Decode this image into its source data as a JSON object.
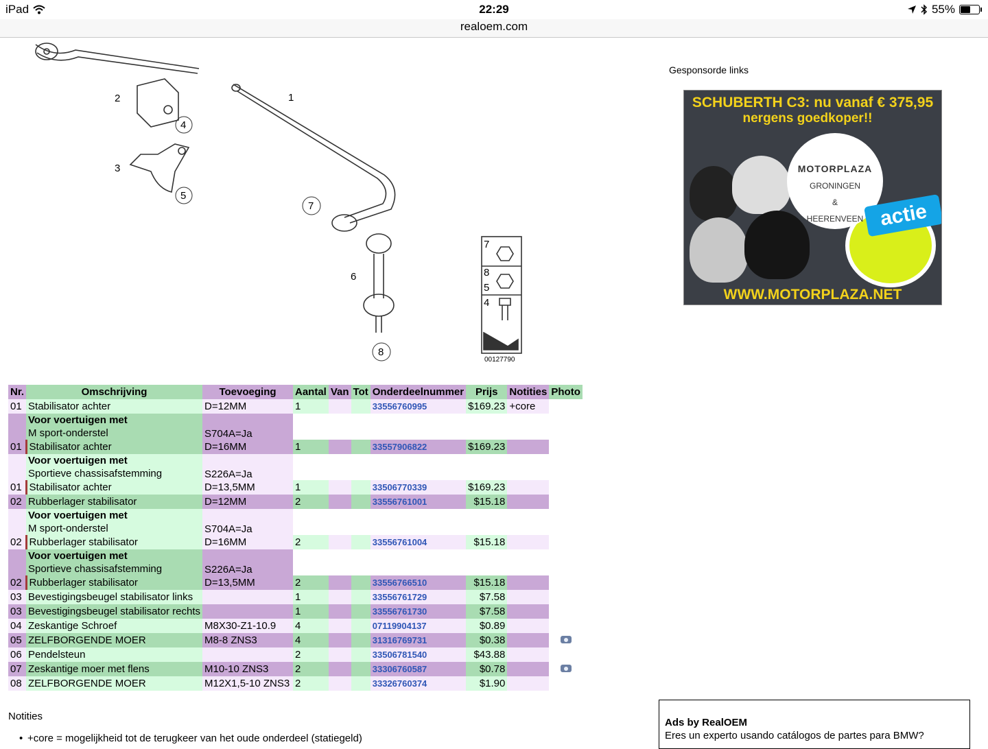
{
  "status": {
    "device": "iPad",
    "time": "22:29",
    "battery": "55%"
  },
  "url": "realoem.com",
  "diagram": {
    "labels": [
      "1",
      "2",
      "3",
      "4",
      "5",
      "6",
      "7",
      "8"
    ],
    "kit_labels": [
      "7",
      "8",
      "5",
      "4"
    ],
    "code": "00127790"
  },
  "sidebar": {
    "sponsored": "Gesponsorde links",
    "ad": {
      "headline": "SCHUBERTH C3: nu vanaf € 375,95",
      "subline": "nergens goedkoper!!",
      "tag": "actie",
      "brand": "MOTORPLAZA",
      "cities": [
        "GRONINGEN",
        "&",
        "HEERENVEEN"
      ],
      "footer": "WWW.MOTORPLAZA.NET"
    }
  },
  "table": {
    "headers": [
      "Nr.",
      "Omschrijving",
      "Toevoeging",
      "Aantal",
      "Van",
      "Tot",
      "Onderdeelnummer",
      "Prijs",
      "Notities",
      "Photo"
    ],
    "rows": [
      {
        "nr": "01",
        "desc": "Stabilisator achter",
        "add": "D=12MM",
        "qty": "1",
        "pn": "33556760995",
        "price": "$169.23",
        "note": "+core",
        "photo": false,
        "style": "odd",
        "ind": false
      },
      {
        "vv": true,
        "title": "Voor voertuigen met",
        "sub": "M sport-onderstel",
        "add": "S704A=Ja",
        "style": "even"
      },
      {
        "nr": "01",
        "desc": "Stabilisator achter",
        "add": "D=16MM",
        "qty": "1",
        "pn": "33557906822",
        "price": "$169.23",
        "note": "",
        "photo": false,
        "style": "even",
        "ind": true
      },
      {
        "vv": true,
        "title": "Voor voertuigen met",
        "sub": "Sportieve chassisafstemming",
        "add": "S226A=Ja",
        "style": "odd"
      },
      {
        "nr": "01",
        "desc": "Stabilisator achter",
        "add": "D=13,5MM",
        "qty": "1",
        "pn": "33506770339",
        "price": "$169.23",
        "note": "",
        "photo": false,
        "style": "odd",
        "ind": true
      },
      {
        "nr": "02",
        "desc": "Rubberlager stabilisator",
        "add": "D=12MM",
        "qty": "2",
        "pn": "33556761001",
        "price": "$15.18",
        "note": "",
        "photo": false,
        "style": "even",
        "ind": false
      },
      {
        "vv": true,
        "title": "Voor voertuigen met",
        "sub": "M sport-onderstel",
        "add": "S704A=Ja",
        "style": "odd"
      },
      {
        "nr": "02",
        "desc": "Rubberlager stabilisator",
        "add": "D=16MM",
        "qty": "2",
        "pn": "33556761004",
        "price": "$15.18",
        "note": "",
        "photo": false,
        "style": "odd",
        "ind": true
      },
      {
        "vv": true,
        "title": "Voor voertuigen met",
        "sub": "Sportieve chassisafstemming",
        "add": "S226A=Ja",
        "style": "even"
      },
      {
        "nr": "02",
        "desc": "Rubberlager stabilisator",
        "add": "D=13,5MM",
        "qty": "2",
        "pn": "33556766510",
        "price": "$15.18",
        "note": "",
        "photo": false,
        "style": "even",
        "ind": true
      },
      {
        "nr": "03",
        "desc": "Bevestigingsbeugel stabilisator links",
        "add": "",
        "qty": "1",
        "pn": "33556761729",
        "price": "$7.58",
        "note": "",
        "photo": false,
        "style": "odd",
        "ind": false
      },
      {
        "nr": "03",
        "desc": "Bevestigingsbeugel stabilisator rechts",
        "add": "",
        "qty": "1",
        "pn": "33556761730",
        "price": "$7.58",
        "note": "",
        "photo": false,
        "style": "even",
        "ind": false
      },
      {
        "nr": "04",
        "desc": "Zeskantige Schroef",
        "add": "M8X30-Z1-10.9",
        "qty": "4",
        "pn": "07119904137",
        "price": "$0.89",
        "note": "",
        "photo": false,
        "style": "odd",
        "ind": false
      },
      {
        "nr": "05",
        "desc": "ZELFBORGENDE MOER",
        "add": "M8-8 ZNS3",
        "qty": "4",
        "pn": "31316769731",
        "price": "$0.38",
        "note": "",
        "photo": true,
        "style": "even",
        "ind": false
      },
      {
        "nr": "06",
        "desc": "Pendelsteun",
        "add": "",
        "qty": "2",
        "pn": "33506781540",
        "price": "$43.88",
        "note": "",
        "photo": false,
        "style": "odd",
        "ind": false
      },
      {
        "nr": "07",
        "desc": "Zeskantige moer met flens",
        "add": "M10-10 ZNS3",
        "qty": "2",
        "pn": "33306760587",
        "price": "$0.78",
        "note": "",
        "photo": true,
        "style": "even",
        "ind": false
      },
      {
        "nr": "08",
        "desc": "ZELFBORGENDE MOER",
        "add": "M12X1,5-10 ZNS3",
        "qty": "2",
        "pn": "33326760374",
        "price": "$1.90",
        "note": "",
        "photo": false,
        "style": "odd",
        "ind": false
      }
    ]
  },
  "notes": {
    "title": "Notities",
    "item": "+core = mogelijkheid tot de terugkeer van het oude onderdeel (statiegeld)"
  },
  "adsbox": {
    "title": "Ads by RealOEM",
    "text": "Eres un experto usando catálogos de partes para BMW?"
  }
}
